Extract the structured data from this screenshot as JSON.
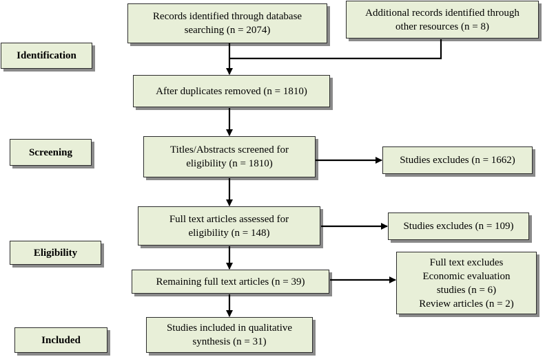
{
  "stages": {
    "identification": "Identification",
    "screening": "Screening",
    "eligibility": "Eligibility",
    "included": "Included"
  },
  "boxes": {
    "database_search": [
      "Records identified through database",
      "searching (n = 2074)"
    ],
    "other_resources": [
      "Additional records identified through",
      "other resources (n = 8)"
    ],
    "duplicates_removed": [
      "After duplicates removed (n = 1810)"
    ],
    "titles_screened": [
      "Titles/Abstracts screened for",
      "eligibility (n = 1810)"
    ],
    "excluded_screening": [
      "Studies excludes (n = 1662)"
    ],
    "fulltext_assessed": [
      "Full text articles assessed for",
      "eligibility (n = 148)"
    ],
    "excluded_fulltext": [
      "Studies excludes (n = 109)"
    ],
    "remaining_fulltext": [
      "Remaining full text articles (n = 39)"
    ],
    "fulltext_excludes": [
      "Full text excludes",
      "Economic evaluation",
      "studies (n = 6)",
      "Review articles (n = 2)"
    ],
    "included_synthesis": [
      "Studies included in qualitative",
      "synthesis (n = 31)"
    ]
  }
}
